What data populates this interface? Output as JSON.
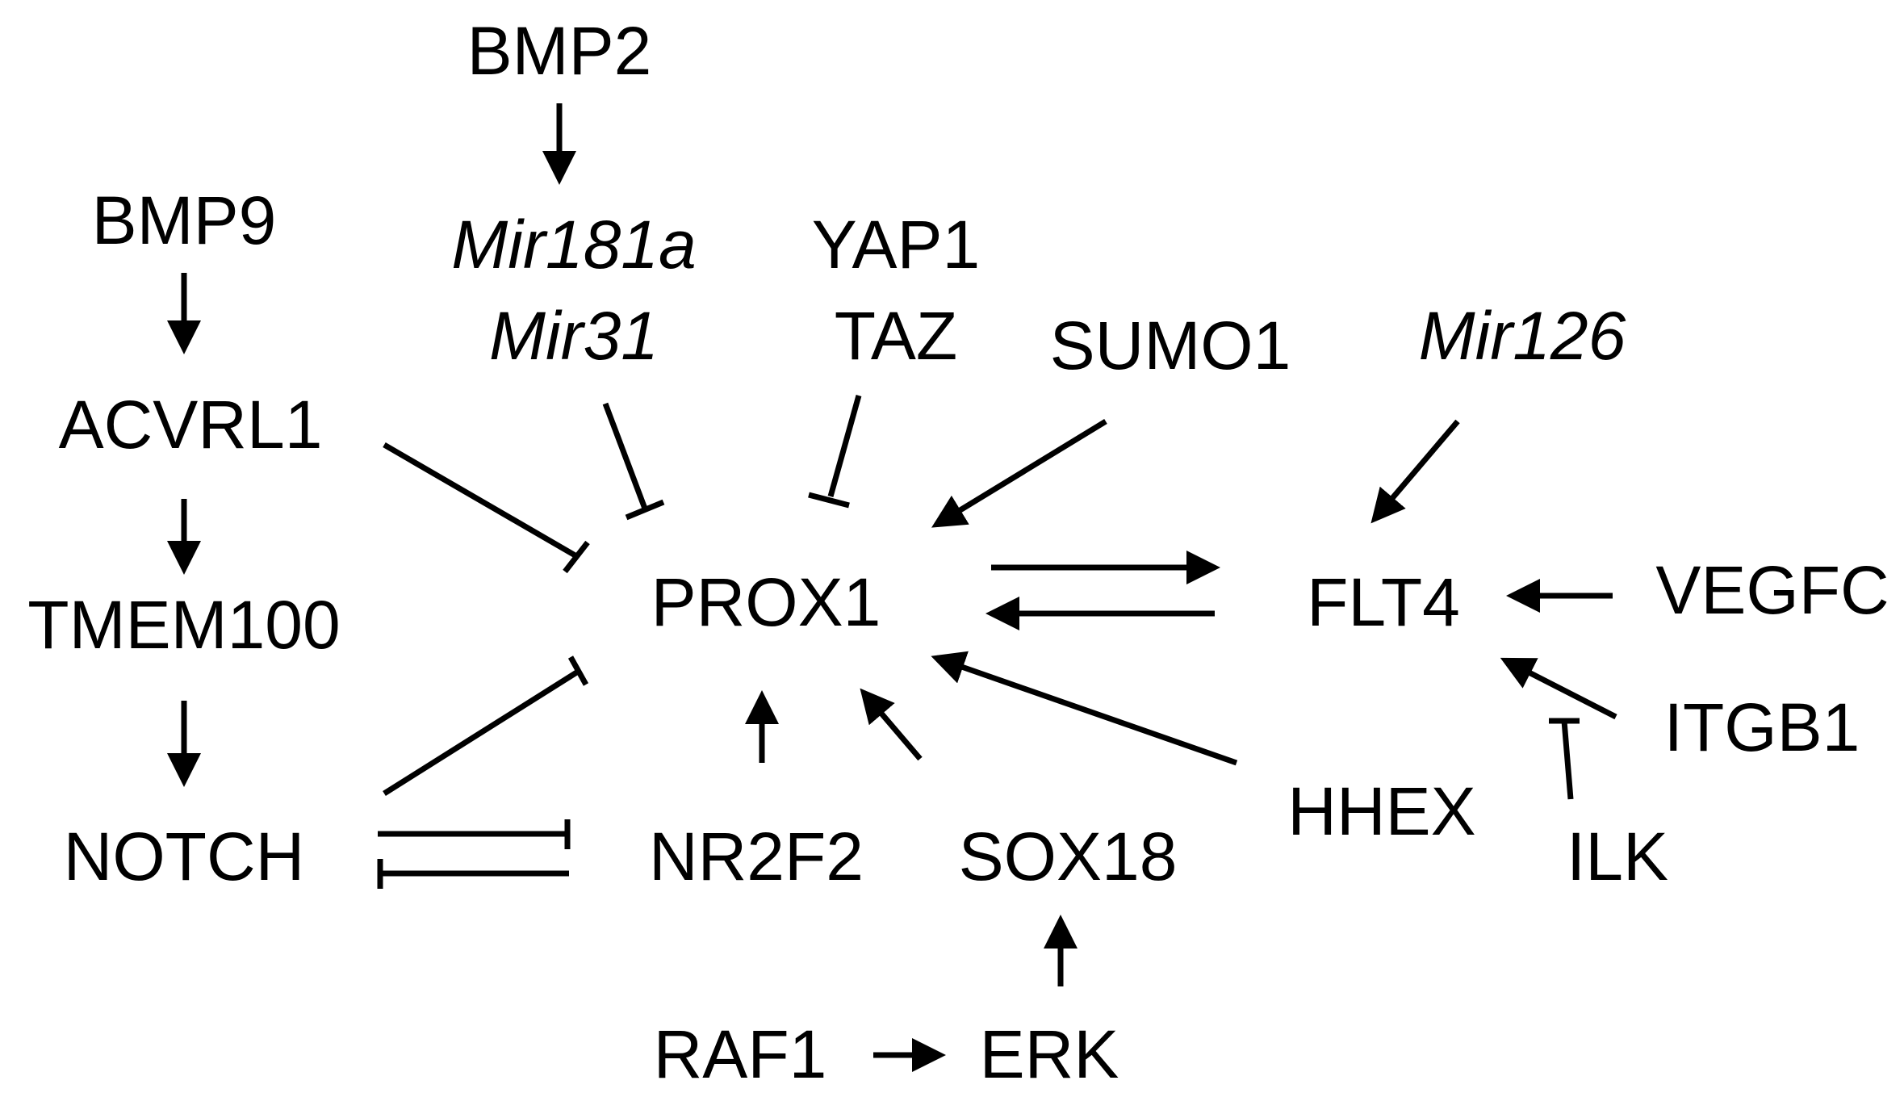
{
  "diagram": {
    "nodes": {
      "bmp2": "BMP2",
      "bmp9": "BMP9",
      "mir181a": "Mir181a",
      "mir31": "Mir31",
      "yap1": "YAP1",
      "taz": "TAZ",
      "sumo1": "SUMO1",
      "mir126": "Mir126",
      "acvrl1": "ACVRL1",
      "tmem100": "TMEM100",
      "notch": "NOTCH",
      "prox1": "PROX1",
      "flt4": "FLT4",
      "vegfc": "VEGFC",
      "itgb1": "ITGB1",
      "ilk": "ILK",
      "hhex": "HHEX",
      "nr2f2": "NR2F2",
      "sox18": "SOX18",
      "raf1": "RAF1",
      "erk": "ERK"
    },
    "edges": [
      {
        "from": "BMP2",
        "to": "Mir181a / Mir31",
        "type": "activation"
      },
      {
        "from": "BMP9",
        "to": "ACVRL1",
        "type": "activation"
      },
      {
        "from": "ACVRL1",
        "to": "TMEM100",
        "type": "activation"
      },
      {
        "from": "TMEM100",
        "to": "NOTCH",
        "type": "activation"
      },
      {
        "from": "ACVRL1",
        "to": "PROX1",
        "type": "inhibition"
      },
      {
        "from": "Mir181a / Mir31",
        "to": "PROX1",
        "type": "inhibition"
      },
      {
        "from": "YAP1 / TAZ",
        "to": "PROX1",
        "type": "inhibition"
      },
      {
        "from": "SUMO1",
        "to": "PROX1",
        "type": "activation"
      },
      {
        "from": "NOTCH",
        "to": "PROX1",
        "type": "inhibition"
      },
      {
        "from": "NOTCH",
        "to": "NR2F2",
        "type": "inhibition"
      },
      {
        "from": "NR2F2",
        "to": "NOTCH",
        "type": "inhibition"
      },
      {
        "from": "NR2F2",
        "to": "PROX1",
        "type": "activation"
      },
      {
        "from": "SOX18",
        "to": "PROX1",
        "type": "activation"
      },
      {
        "from": "HHEX",
        "to": "PROX1",
        "type": "activation"
      },
      {
        "from": "PROX1",
        "to": "FLT4",
        "type": "activation"
      },
      {
        "from": "FLT4",
        "to": "PROX1",
        "type": "activation"
      },
      {
        "from": "Mir126",
        "to": "FLT4",
        "type": "activation"
      },
      {
        "from": "VEGFC",
        "to": "FLT4",
        "type": "activation"
      },
      {
        "from": "ITGB1",
        "to": "FLT4",
        "type": "activation"
      },
      {
        "from": "ILK",
        "to": "ITGB1-FLT4",
        "type": "inhibition"
      },
      {
        "from": "ERK",
        "to": "SOX18",
        "type": "activation"
      },
      {
        "from": "RAF1",
        "to": "ERK",
        "type": "activation"
      }
    ]
  }
}
